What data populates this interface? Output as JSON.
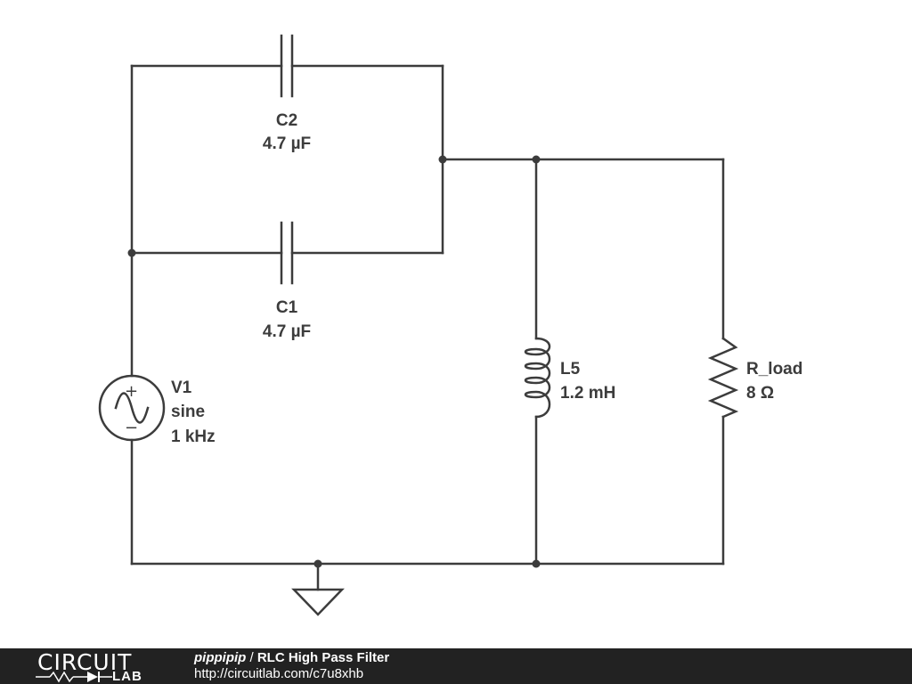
{
  "components": {
    "c2": {
      "name": "C2",
      "value": "4.7 µF"
    },
    "c1": {
      "name": "C1",
      "value": "4.7 µF"
    },
    "v1": {
      "name": "V1",
      "type": "sine",
      "frequency": "1 kHz"
    },
    "l5": {
      "name": "L5",
      "value": "1.2 mH"
    },
    "r_load": {
      "name": "R_load",
      "value": "8 Ω"
    }
  },
  "source_symbols": {
    "plus": "+",
    "minus": "−"
  },
  "footer": {
    "logo_top": "CIRCUIT",
    "logo_bottom": "LAB",
    "user": "pippipip",
    "separator": " / ",
    "title": "RLC High Pass Filter",
    "url": "http://circuitlab.com/c7u8xhb"
  },
  "colors": {
    "wire": "#3c3c3c",
    "footer_bg": "#222222",
    "footer_text": "#ffffff"
  }
}
